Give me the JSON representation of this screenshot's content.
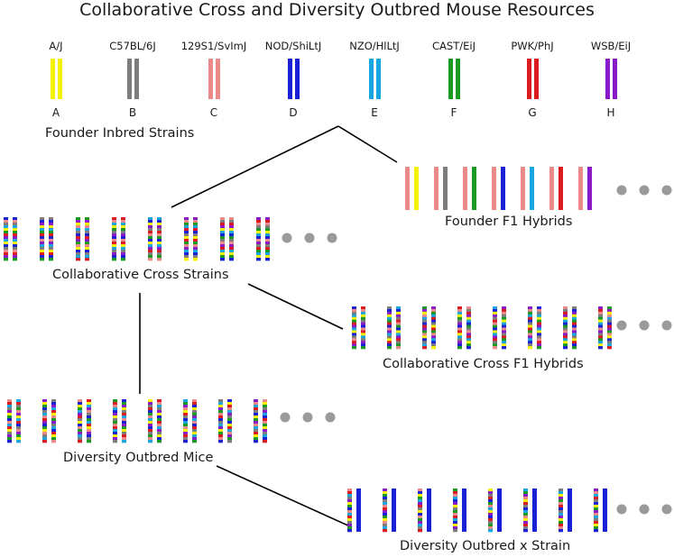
{
  "title": "Collaborative Cross and Diversity Outbred Mouse Resources",
  "colors": {
    "A": "#f4f200",
    "B": "#7d7d7d",
    "C": "#ec8989",
    "D": "#1a20d6",
    "E": "#17a6e0",
    "F": "#1a9a23",
    "G": "#dd1a20",
    "H": "#8a1ac8",
    "dots": "#9a9a9a",
    "lines": "#000000"
  },
  "founders": [
    {
      "name": "A/J",
      "letter": "A"
    },
    {
      "name": "C57BL/6J",
      "letter": "B"
    },
    {
      "name": "129S1/SvImJ",
      "letter": "C"
    },
    {
      "name": "NOD/ShiLtJ",
      "letter": "D"
    },
    {
      "name": "NZO/HlLtJ",
      "letter": "E"
    },
    {
      "name": "CAST/EiJ",
      "letter": "F"
    },
    {
      "name": "PWK/PhJ",
      "letter": "G"
    },
    {
      "name": "WSB/EiJ",
      "letter": "H"
    }
  ],
  "labels": {
    "founder_inbred": "Founder Inbred Strains",
    "founder_f1": "Founder F1 Hybrids",
    "cc_strains": "Collaborative Cross Strains",
    "cc_f1": "Collaborative Cross F1 Hybrids",
    "do_mice": "Diversity Outbred Mice",
    "do_x_strain": "Diversity Outbred x Strain"
  },
  "f1_pairs": [
    [
      "C",
      "A"
    ],
    [
      "C",
      "B"
    ],
    [
      "C",
      "F"
    ],
    [
      "C",
      "D"
    ],
    [
      "C",
      "E"
    ],
    [
      "C",
      "G"
    ],
    [
      "C",
      "H"
    ]
  ],
  "cc_strains": [
    "DCBEAFGHEADBCGHF",
    "BDHAEFGDCHEBAGDF",
    "FHACEBDGHFCADBEG",
    "GCEAFBHDCGAEBHDF",
    "EDAHBGCFDAEHGBFC",
    "HCFEGDBAGFCHEDBA",
    "CBGHAEDFBCHGEAFD",
    "HGCBFAEDCHBGFEAD"
  ],
  "do_mice": [
    [
      "CGEBHAFDCEGABHFD",
      "EGBFCHAEGDBCHFAE"
    ],
    [
      "HAFDBECGHDFACBEG",
      "BDHEGACFHBEDGAFC"
    ],
    [
      "CDAFEHGBADCFHEBG",
      "GAEHCBDFEGACHDBF"
    ],
    [
      "FGCEDHABFCGEDAHB",
      "DFHABGECDHFABGCE"
    ],
    [
      "AHBGDFCEAHDGBFCE",
      "GCEBHADFGCEHBADF"
    ],
    [
      "EFHCAGBDEFCAHGBD",
      "CGDABFHECDGBAEHF"
    ],
    [
      "BEAHFCGDBEHAFGCD",
      "DAGCEHBFDAGECHFB"
    ],
    [
      "HCEGBDAFHCEBGAFD",
      "CAFBHEDGCFAHBEDG"
    ]
  ]
}
